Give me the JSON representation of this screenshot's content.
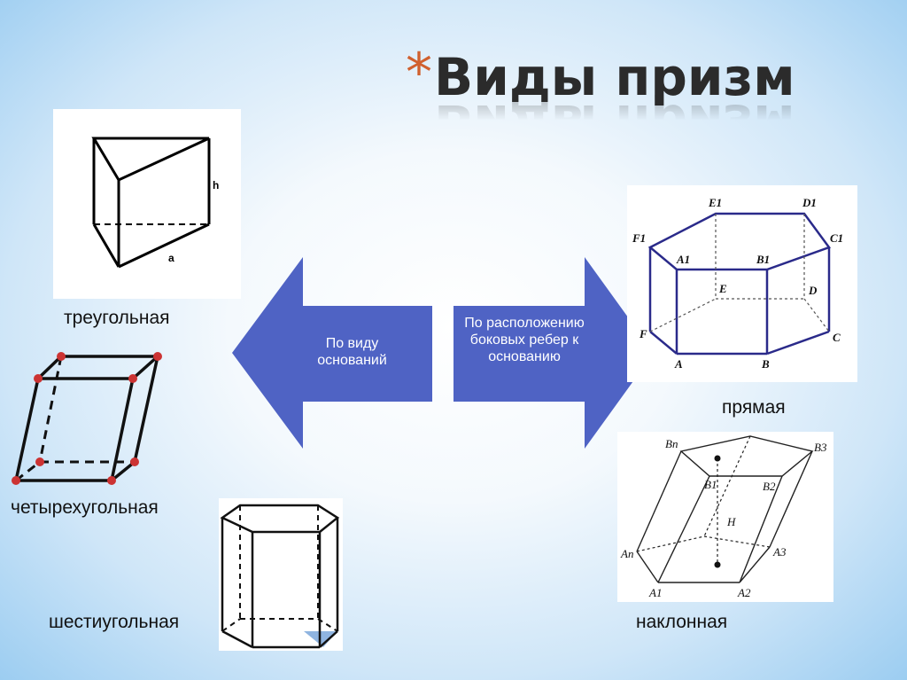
{
  "title": {
    "star": "*",
    "text": "Виды призм"
  },
  "arrows": {
    "left": "По виду оснований",
    "right": "По расположению боковых ребер к основанию"
  },
  "labels": {
    "triangular": "треугольная",
    "quadrilateral": "четырехугольная",
    "hexagonal": "шестиугольная",
    "straight": "прямая",
    "inclined": "наклонная"
  },
  "figure_labels": {
    "tri_h": "h",
    "tri_a": "a",
    "E1": "E1",
    "D1": "D1",
    "F1": "F1",
    "C1": "C1",
    "A1": "A1",
    "B1": "B1",
    "E": "E",
    "D": "D",
    "F": "F",
    "C": "C",
    "A": "A",
    "B": "B",
    "Bn": "Bn",
    "B3": "B3",
    "B1i": "B1",
    "B2": "B2",
    "H": "H",
    "An": "An",
    "A3": "A3",
    "A1i": "A1",
    "A2": "A2"
  },
  "colors": {
    "arrow_fill": "#4f63c4",
    "star": "#d0602e",
    "prism_blue": "#2a2a8a",
    "vertex_red": "#cc3333"
  }
}
